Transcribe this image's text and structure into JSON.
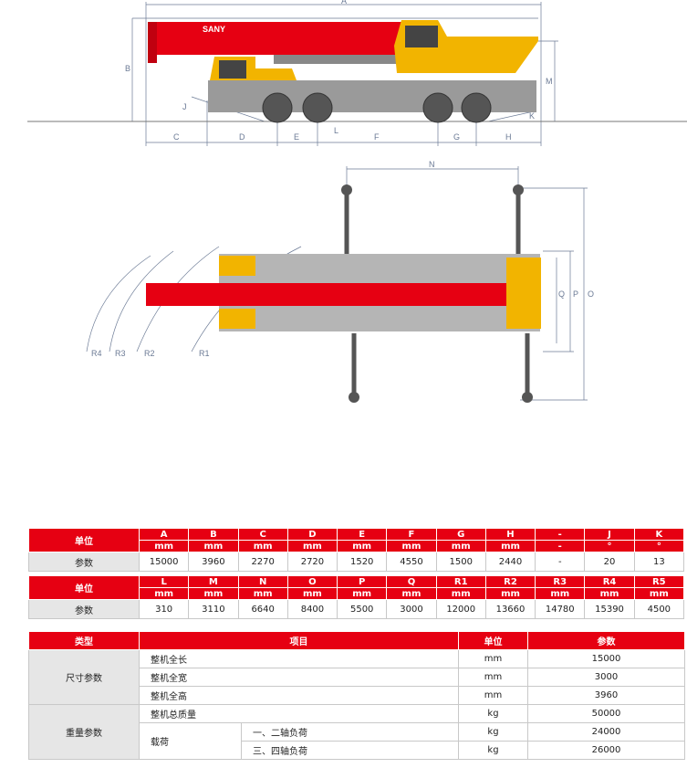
{
  "diagram": {
    "brand": "SANY",
    "side_labels": [
      "A",
      "B",
      "C",
      "D",
      "E",
      "F",
      "G",
      "H",
      "J",
      "K",
      "L",
      "M"
    ],
    "plan_labels": [
      "N",
      "O",
      "P",
      "Q",
      "R1",
      "R2",
      "R3",
      "R4"
    ],
    "colors": {
      "boom": "#e60012",
      "cab": "#f2b400",
      "chassis": "#9a9a9a",
      "dim": "#6b7a95"
    }
  },
  "table1": {
    "unit_label": "单位",
    "param_label": "参数",
    "codes": [
      "A",
      "B",
      "C",
      "D",
      "E",
      "F",
      "G",
      "H",
      "-",
      "J",
      "K"
    ],
    "units": [
      "mm",
      "mm",
      "mm",
      "mm",
      "mm",
      "mm",
      "mm",
      "mm",
      "-",
      "°",
      "°"
    ],
    "values": [
      "15000",
      "3960",
      "2270",
      "2720",
      "1520",
      "4550",
      "1500",
      "2440",
      "-",
      "20",
      "13"
    ]
  },
  "table2": {
    "unit_label": "单位",
    "param_label": "参数",
    "codes": [
      "L",
      "M",
      "N",
      "O",
      "P",
      "Q",
      "R1",
      "R2",
      "R3",
      "R4",
      "R5"
    ],
    "units": [
      "mm",
      "mm",
      "mm",
      "mm",
      "mm",
      "mm",
      "mm",
      "mm",
      "mm",
      "mm",
      "mm"
    ],
    "values": [
      "310",
      "3110",
      "6640",
      "8400",
      "5500",
      "3000",
      "12000",
      "13660",
      "14780",
      "15390",
      "4500"
    ]
  },
  "table3": {
    "headers": [
      "类型",
      "项目",
      "单位",
      "参数"
    ],
    "groups": [
      {
        "type": "尺寸参数",
        "rows": [
          {
            "item": "整机全长",
            "unit": "mm",
            "value": "15000"
          },
          {
            "item": "整机全宽",
            "unit": "mm",
            "value": "3000"
          },
          {
            "item": "整机全高",
            "unit": "mm",
            "value": "3960"
          }
        ]
      },
      {
        "type": "重量参数",
        "rows": [
          {
            "item": "整机总质量",
            "unit": "kg",
            "value": "50000"
          },
          {
            "item": "载荷",
            "sub": "一、二轴负荷",
            "unit": "kg",
            "value": "24000"
          },
          {
            "item": "载荷",
            "sub": "三、四轴负荷",
            "unit": "kg",
            "value": "26000"
          }
        ]
      }
    ]
  }
}
